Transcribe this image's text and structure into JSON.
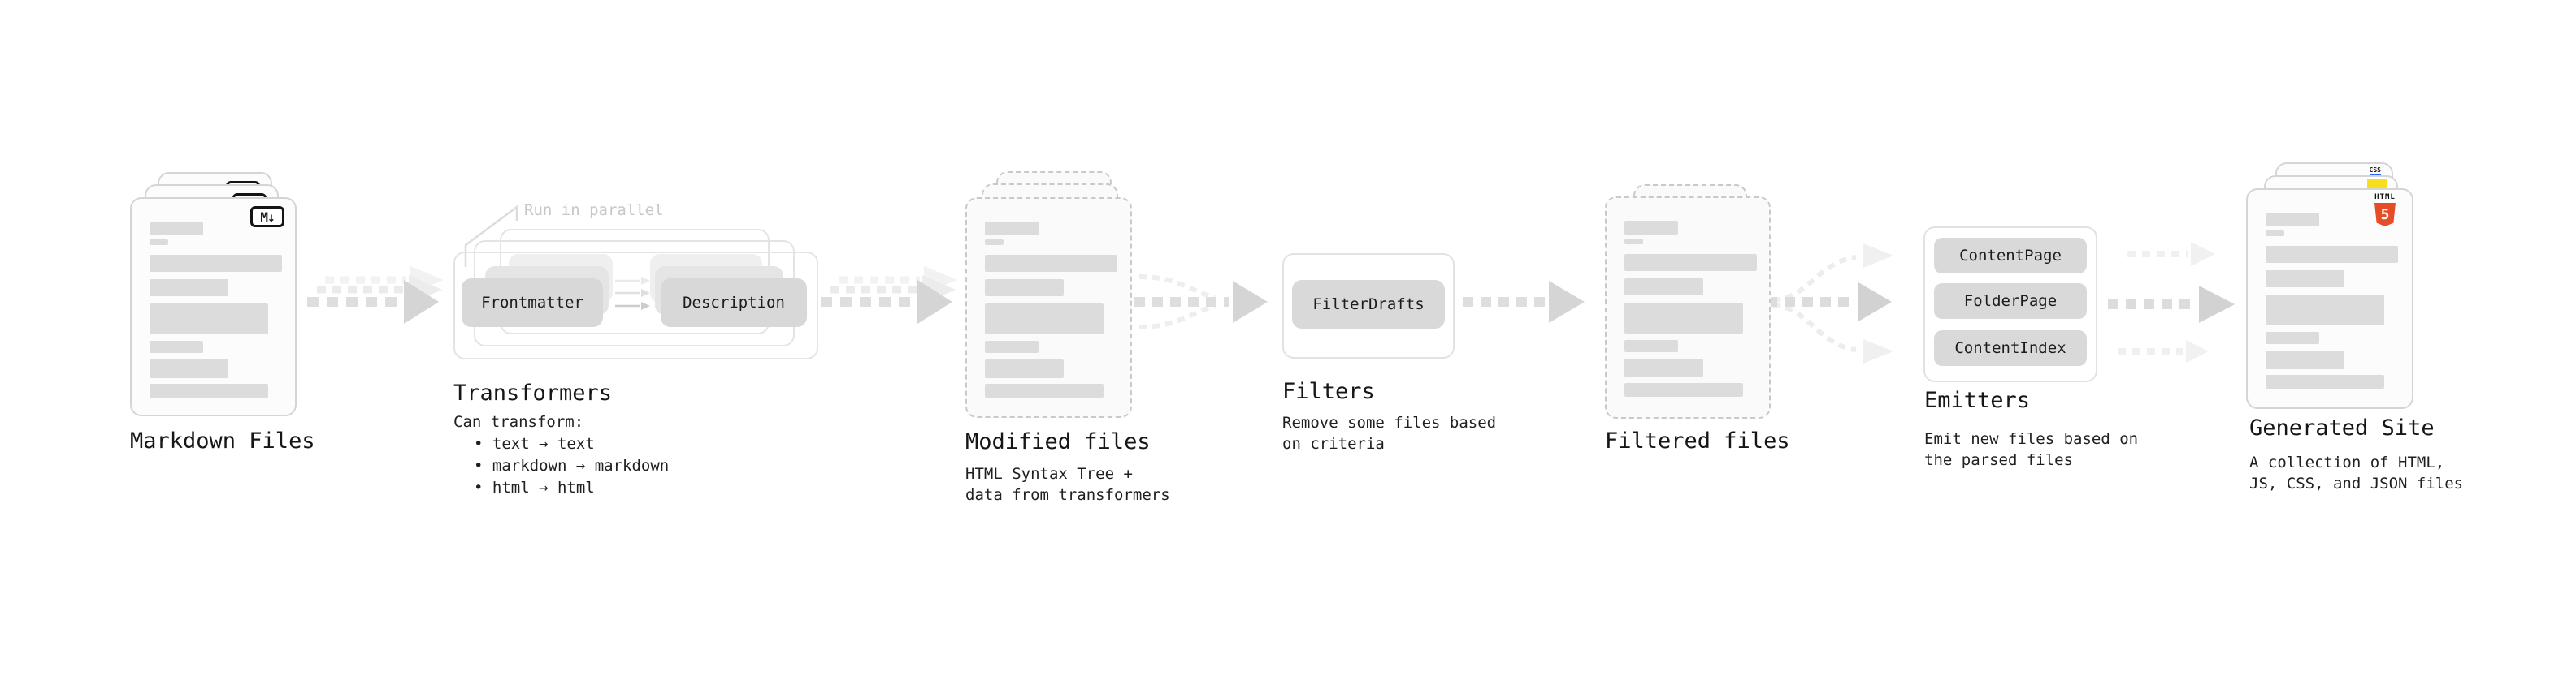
{
  "diagram": {
    "markdown_files": {
      "label": "Markdown Files",
      "badge": "M↓"
    },
    "transformers": {
      "annotation": "Run in parallel",
      "step1": "Frontmatter",
      "step2": "Description",
      "label": "Transformers",
      "desc_title": "Can transform:",
      "bullets": [
        "• text → text",
        "• markdown → markdown",
        "• html → html"
      ]
    },
    "modified_files": {
      "label": "Modified files",
      "desc": [
        "HTML Syntax Tree +",
        "data from transformers"
      ]
    },
    "filters": {
      "box": "FilterDrafts",
      "label": "Filters",
      "desc": [
        "Remove some files based",
        "on criteria"
      ]
    },
    "filtered_files": {
      "label": "Filtered files"
    },
    "emitters": {
      "boxes": [
        "ContentPage",
        "FolderPage",
        "ContentIndex"
      ],
      "label": "Emitters",
      "desc": [
        "Emit new files based on",
        "the parsed files"
      ]
    },
    "generated_site": {
      "label": "Generated Site",
      "desc": [
        "A collection of HTML,",
        "JS, CSS, and JSON files"
      ],
      "badges": {
        "html_word": "HTML",
        "html_number": "5",
        "css": "CSS"
      }
    }
  },
  "colors": {
    "arrow_main": "#d5d5d5",
    "arrow_light": "#efefef",
    "bar_gray": "#dcdcdc",
    "button_gray": "#d8d8d8",
    "js_yellow": "#f7df1e",
    "html_orange": "#e44d26",
    "css_blue": "#2965f1"
  }
}
